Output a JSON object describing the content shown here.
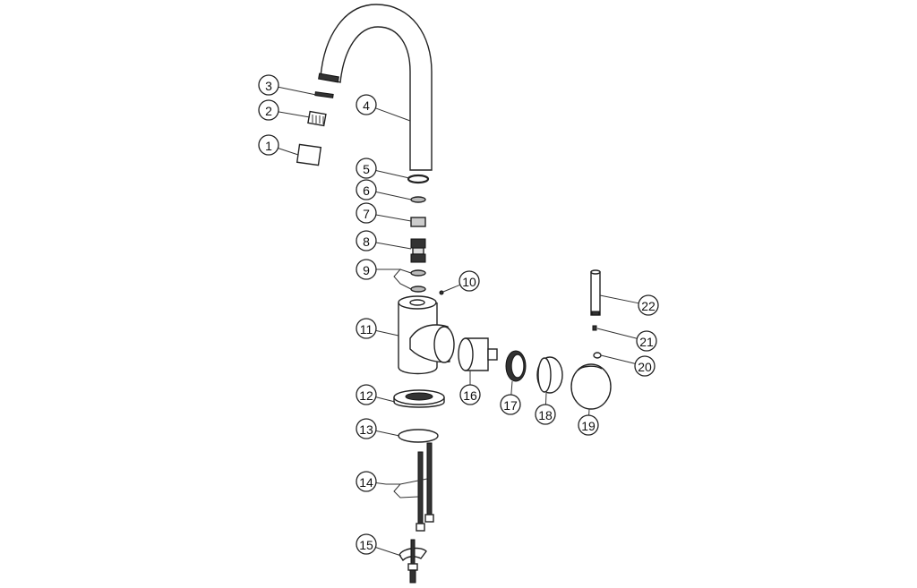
{
  "diagram": {
    "type": "exploded-parts-diagram",
    "callouts": [
      "1",
      "2",
      "3",
      "4",
      "5",
      "6",
      "7",
      "8",
      "9",
      "10",
      "11",
      "12",
      "13",
      "14",
      "15",
      "16",
      "17",
      "18",
      "19",
      "20",
      "21",
      "22"
    ]
  }
}
